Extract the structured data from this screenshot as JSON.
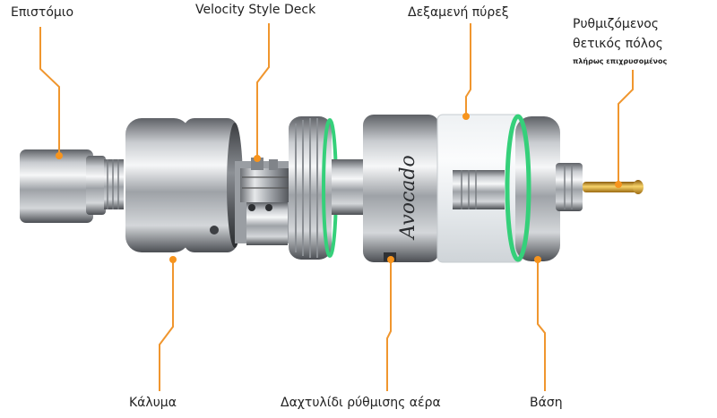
{
  "labels": {
    "mouthpiece": "Επιστόμιο",
    "deck": "Velocity Style Deck",
    "tank": "Δεξαμενή πύρεξ",
    "pin_line1": "Ρυθμιζόμενος",
    "pin_line2": "θετικός πόλος",
    "pin_line3": "πλήρως επιχρυσομένος",
    "cap": "Κάλυμα",
    "airflow_ring": "Δαχτυλίδι ρύθμισης αέρα",
    "base": "Βάση"
  },
  "brand": "Avocado",
  "colors": {
    "callout_line": "#f0962e",
    "callout_dot": "#f7941d",
    "seal_green": "#35d07a",
    "gold_pin": "#e0a92a",
    "label_text": "#222222"
  }
}
